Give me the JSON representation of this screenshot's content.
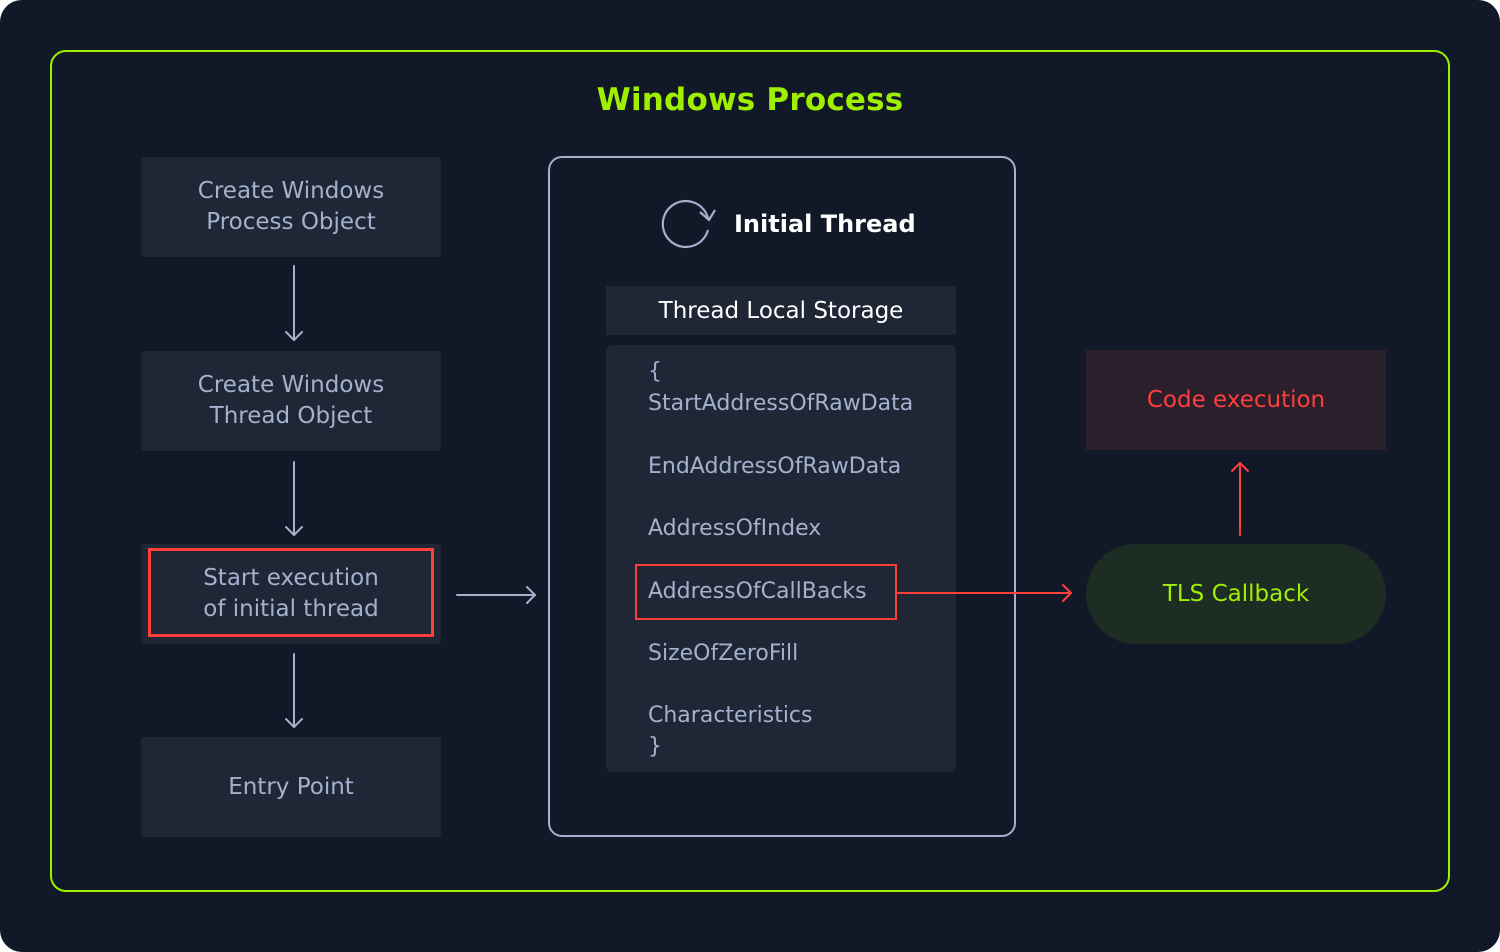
{
  "title": "Windows Process",
  "steps": [
    {
      "line1": "Create Windows",
      "line2": "Process Object"
    },
    {
      "line1": "Create Windows",
      "line2": "Thread Object"
    },
    {
      "line1": "Start execution",
      "line2": "of initial thread"
    },
    {
      "line1": "Entry Point"
    }
  ],
  "thread": {
    "title": "Initial Thread",
    "icon": "refresh-cycle-icon",
    "tls_title": "Thread Local Storage",
    "open_brace": "{",
    "fields": [
      "StartAddressOfRawData",
      "EndAddressOfRawData",
      "AddressOfIndex",
      "AddressOfCallBacks",
      "SizeOfZeroFill",
      "Characteristics"
    ],
    "close_brace": "}"
  },
  "callback": {
    "label": "TLS Callback"
  },
  "execution": {
    "label": "Code execution"
  },
  "colors": {
    "accent_green": "#9fef00",
    "highlight_red": "#ff3e3e",
    "background": "#111827",
    "box": "#1f2737",
    "text_muted": "#a4b1cd"
  }
}
